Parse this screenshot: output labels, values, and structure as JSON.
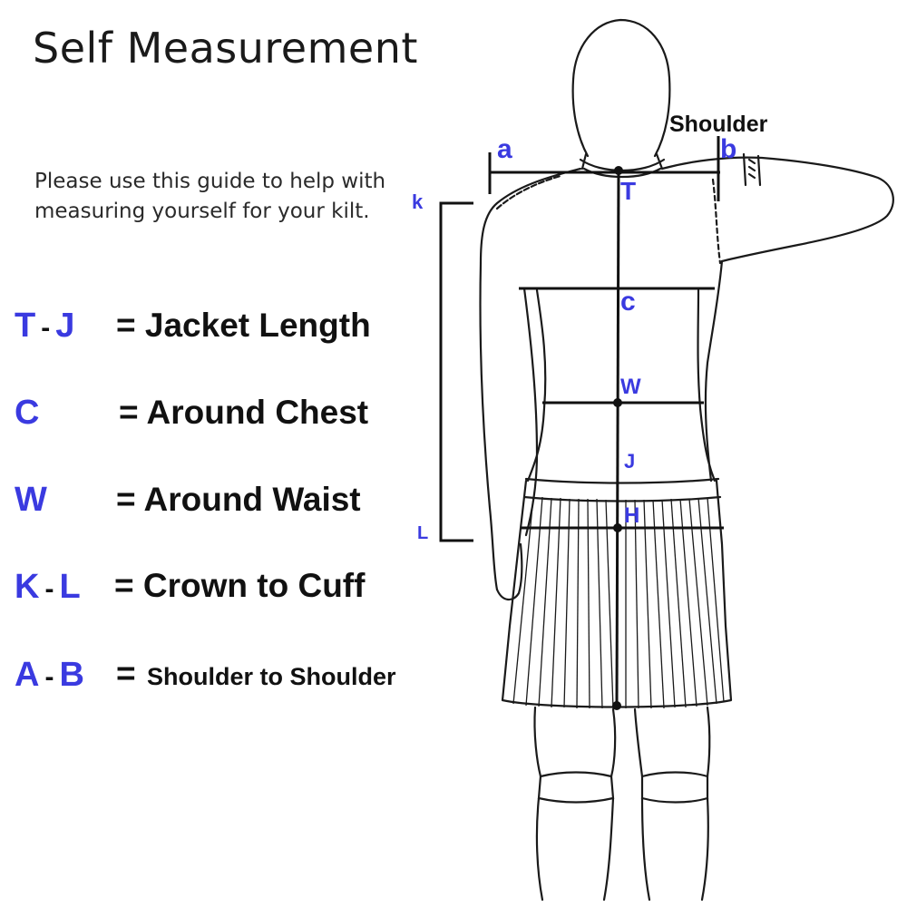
{
  "title": "Self Measurement",
  "intro": "Please use this guide to help with measuring yourself for your kilt.",
  "legend": [
    {
      "from": "T",
      "to": "J",
      "desc": "= Jacket Length"
    },
    {
      "from": "C",
      "to": "",
      "desc": "= Around Chest"
    },
    {
      "from": "W",
      "to": "",
      "desc": "= Around Waist"
    },
    {
      "from": "K",
      "to": "L",
      "desc": "= Crown to Cuff"
    },
    {
      "from": "A",
      "to": "B",
      "desc": "=",
      "desc_small": "Shoulder to Shoulder"
    }
  ],
  "figure": {
    "shoulder_label": "Shoulder",
    "points": {
      "a": "a",
      "b": "b",
      "k": "k",
      "l": "L",
      "t": "T",
      "c": "c",
      "w": "W",
      "j": "J",
      "h": "H"
    }
  },
  "colors": {
    "accent": "#3a3ae0",
    "text": "#111111",
    "line": "#1a1a1a"
  }
}
